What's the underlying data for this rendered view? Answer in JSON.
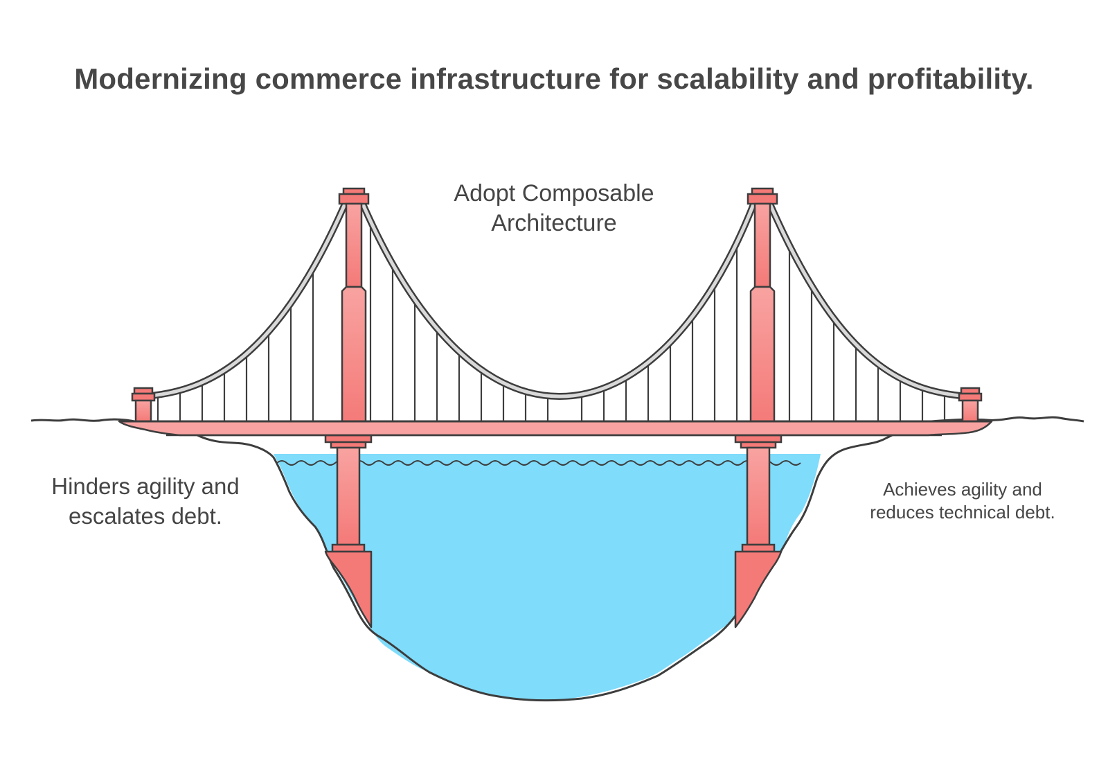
{
  "title": "Modernizing commerce infrastructure for scalability and profitability.",
  "labels": {
    "top": [
      "Adopt Composable",
      "Architecture"
    ],
    "left": [
      "Hinders agility and",
      "escalates debt."
    ],
    "right": [
      "Achieves agility and",
      "reduces technical debt."
    ]
  },
  "colors": {
    "tower": "#f47a78",
    "tower_light": "#f8a3a1",
    "water": "#7fdcfb",
    "cable": "#d6d6d6",
    "outline": "#3d3d3d"
  }
}
